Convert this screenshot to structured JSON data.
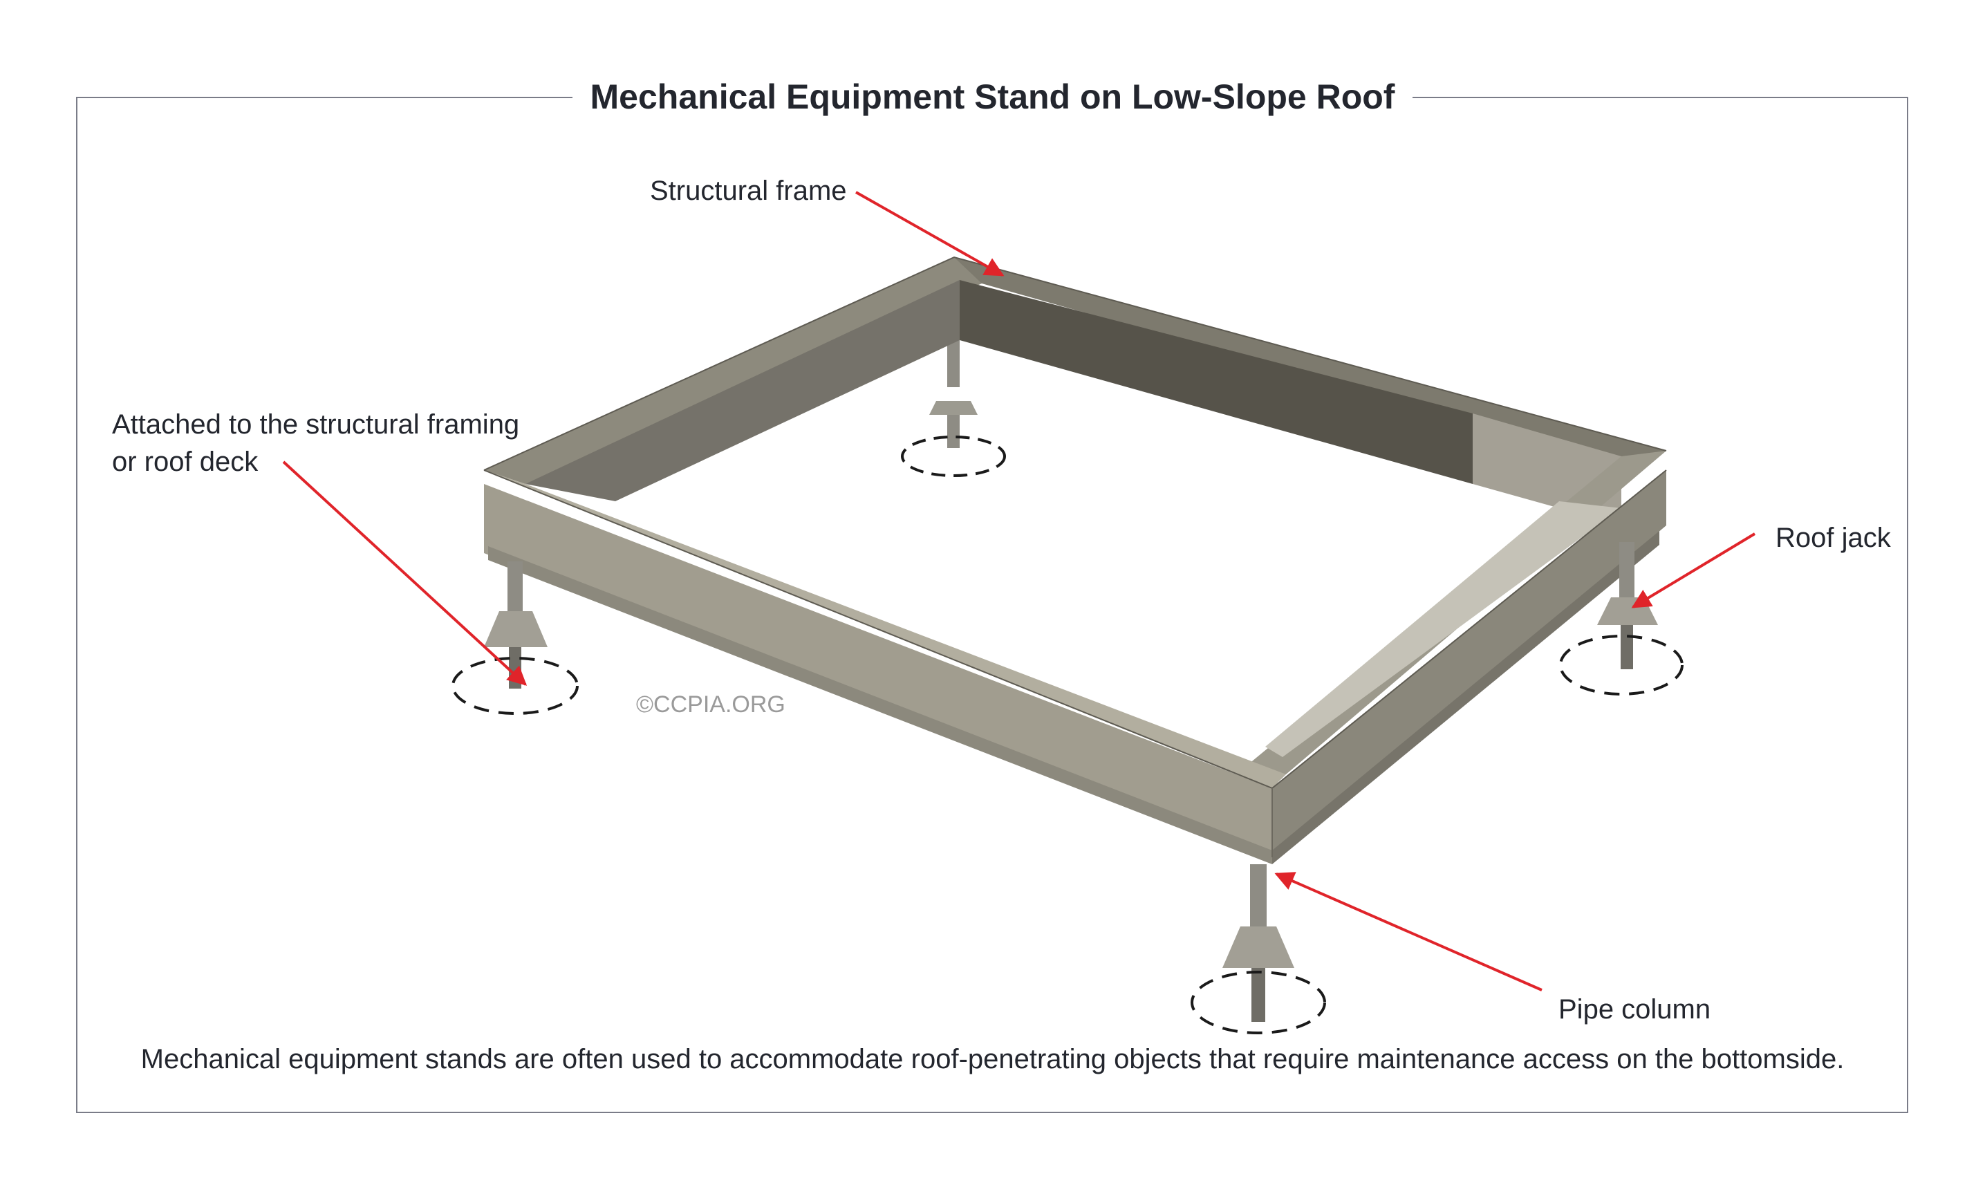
{
  "title": "Mechanical Equipment Stand on Low-Slope Roof",
  "labels": {
    "structural_frame": "Structural frame",
    "attached_line1": "Attached to the structural framing",
    "attached_line2": "or roof deck",
    "roof_jack": "Roof jack",
    "pipe_column": "Pipe column"
  },
  "watermark": "©CCPIA.ORG",
  "caption": "Mechanical equipment stands are often used to accommodate roof-penetrating objects that require maintenance access on the bottomside.",
  "colors": {
    "arrow": "#e0242a",
    "border": "#7a7c88",
    "text": "#23262e",
    "frame_light": "#a7a394",
    "frame_mid": "#8b877a",
    "frame_dark": "#5c594f"
  }
}
